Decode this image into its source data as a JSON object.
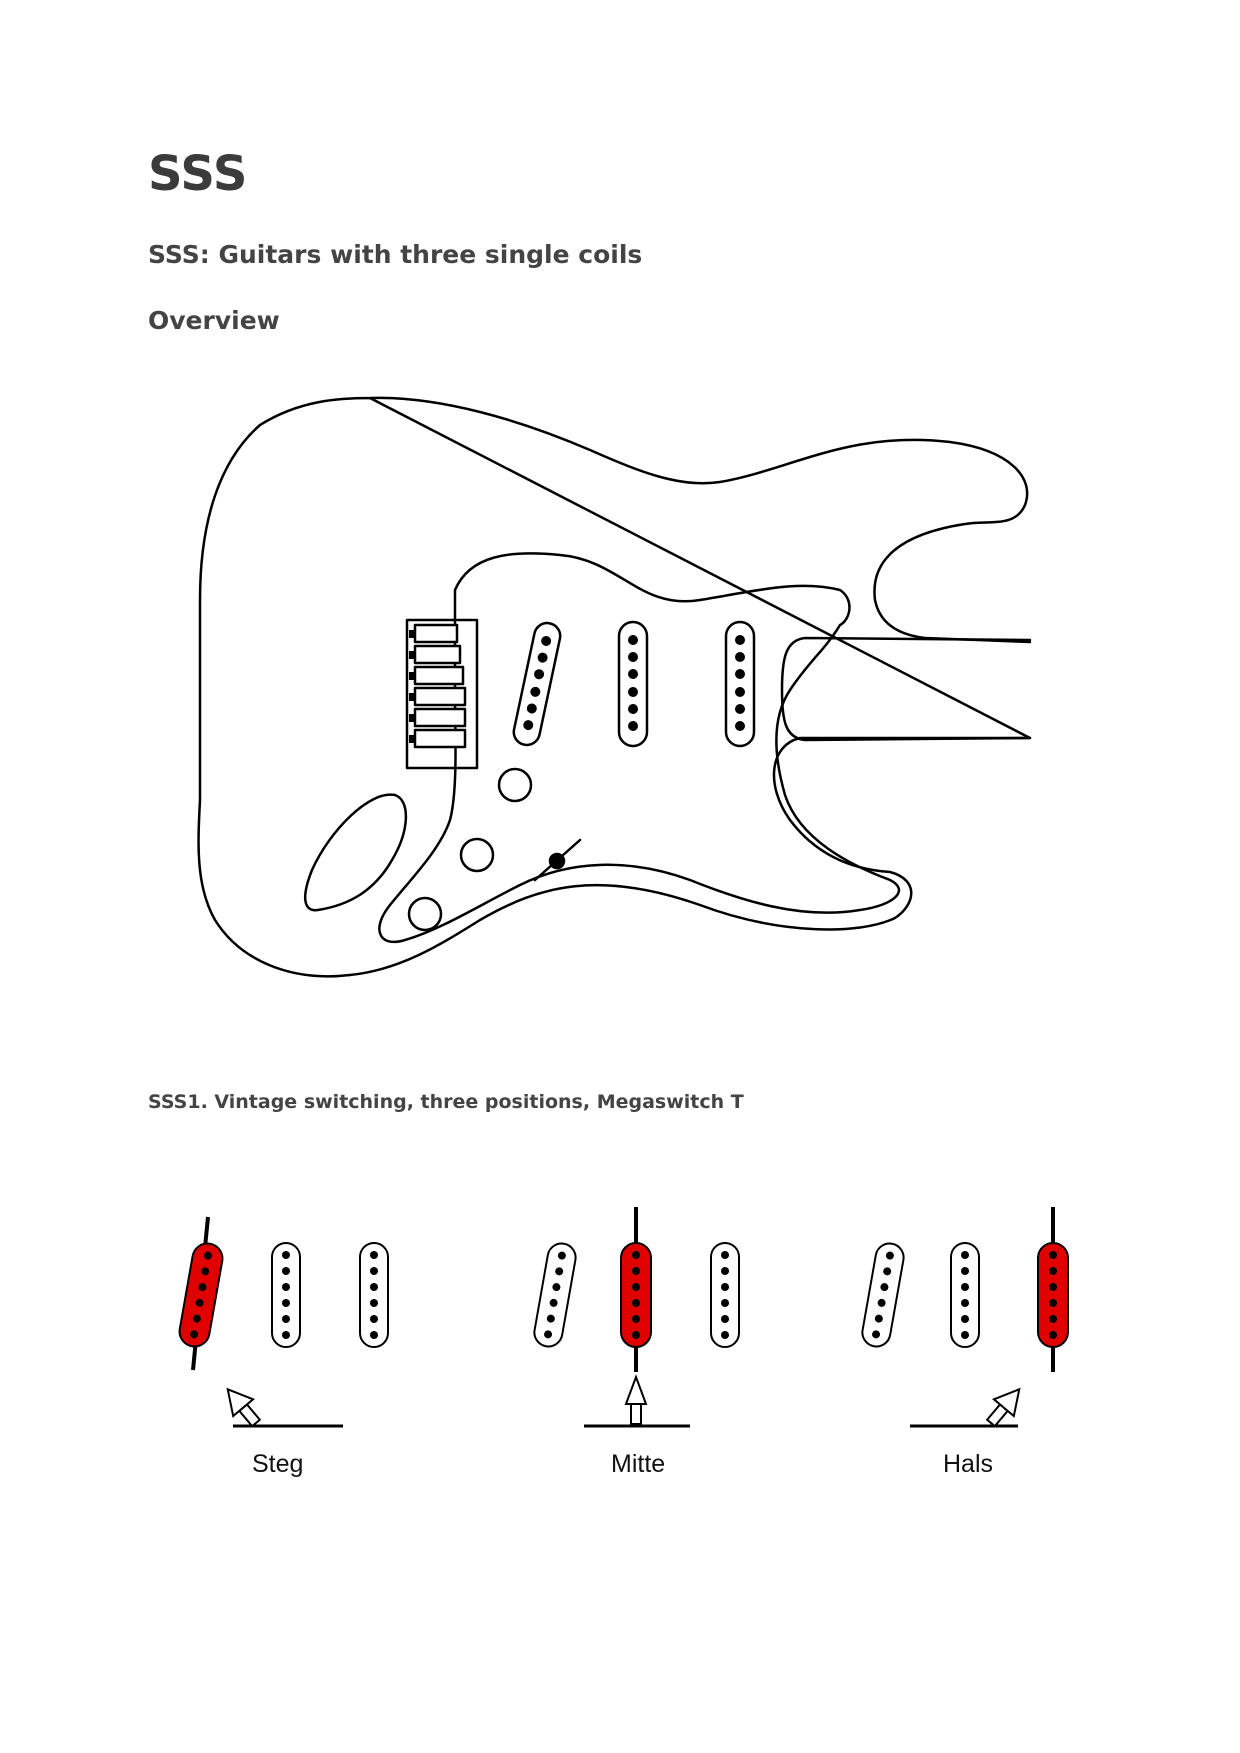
{
  "document": {
    "title": "SSS",
    "subtitle": "SSS: Guitars with three single coils",
    "overview_heading": "Overview"
  },
  "guitar_diagram": {
    "pickups": [
      "bridge",
      "middle",
      "neck"
    ],
    "controls": [
      "volume-knob",
      "tone-knob-1",
      "tone-knob-2",
      "selector-switch"
    ]
  },
  "wiring": {
    "caption": "SSS1. Vintage switching, three positions, Megaswitch T",
    "positions": [
      {
        "label": "Steg",
        "active_pickup": "bridge"
      },
      {
        "label": "Mitte",
        "active_pickup": "middle"
      },
      {
        "label": "Hals",
        "active_pickup": "neck"
      }
    ],
    "colors": {
      "active": "#e00000",
      "inactive": "#ffffff",
      "outline": "#000000"
    }
  }
}
